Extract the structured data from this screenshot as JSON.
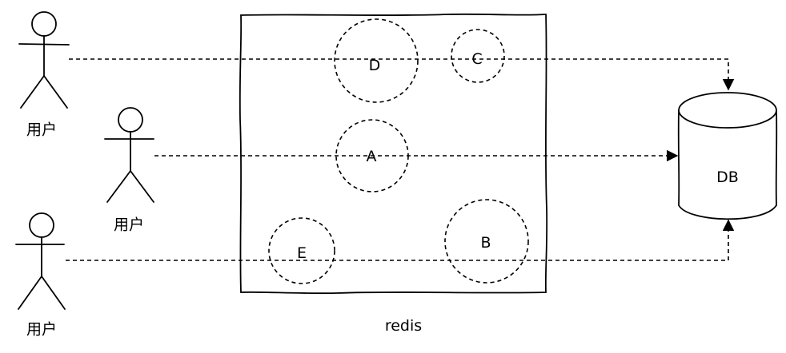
{
  "users": [
    {
      "label": "用户"
    },
    {
      "label": "用户"
    },
    {
      "label": "用户"
    }
  ],
  "redis": {
    "label": "redis",
    "keys": [
      "D",
      "C",
      "A",
      "E",
      "B"
    ]
  },
  "database": {
    "label": "DB"
  }
}
